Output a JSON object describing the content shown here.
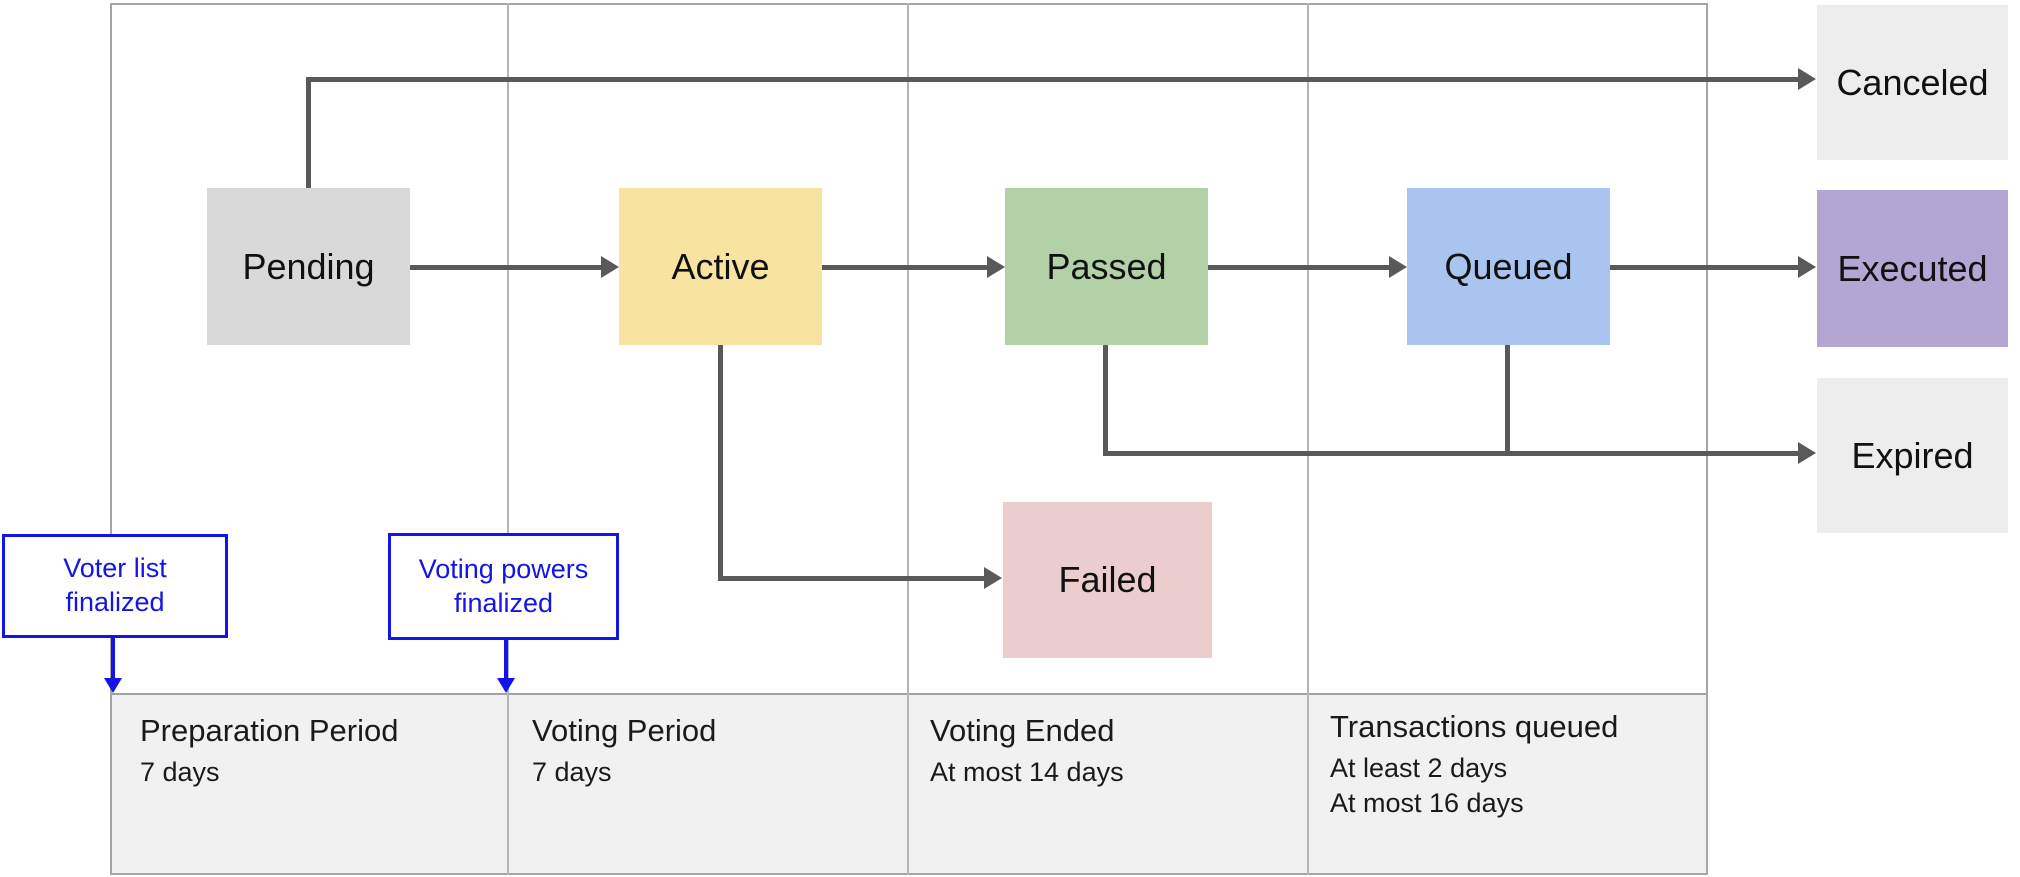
{
  "states": {
    "pending": "Pending",
    "active": "Active",
    "passed": "Passed",
    "queued": "Queued",
    "failed": "Failed",
    "canceled": "Canceled",
    "executed": "Executed",
    "expired": "Expired"
  },
  "annotations": {
    "voter_list": {
      "line1": "Voter list",
      "line2": "finalized"
    },
    "voting_powers": {
      "line1": "Voting powers",
      "line2": "finalized"
    }
  },
  "periods": [
    {
      "title": "Preparation Period",
      "sub": [
        "7 days"
      ]
    },
    {
      "title": "Voting Period",
      "sub": [
        "7 days"
      ]
    },
    {
      "title": "Voting Ended",
      "sub": [
        "At most 14 days"
      ]
    },
    {
      "title": "Transactions queued",
      "sub": [
        "At least 2 days",
        "At most 16 days"
      ]
    }
  ],
  "colors": {
    "pending": "#d9d9d9",
    "active": "#f8e3a0",
    "passed": "#b2d1a7",
    "queued": "#a9c4ef",
    "failed": "#ebcdcd",
    "executed": "#b3a6d5",
    "terminal_gray": "#ededed",
    "arrow": "#595959",
    "annotation_blue": "#1414e8",
    "grid_line": "#a6a6a6",
    "period_bg": "#f1f1f1"
  }
}
